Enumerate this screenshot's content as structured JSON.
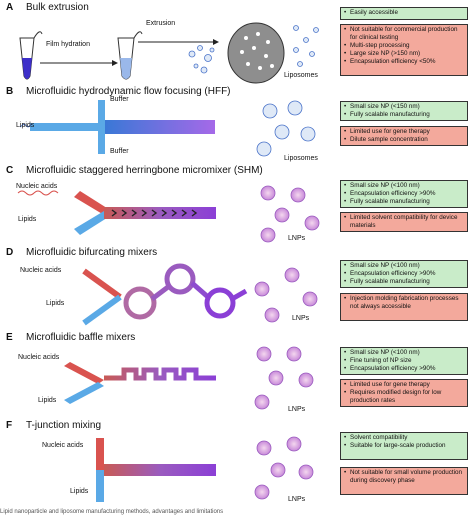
{
  "panels": [
    {
      "letter": "A",
      "title": "Bulk extrusion",
      "labels": {
        "hydration": "Film hydration",
        "extrusion": "Extrusion",
        "product": "Liposomes"
      },
      "pros": [
        "Easily accessible"
      ],
      "cons": [
        "Not suitable for commercial production for clinical testing",
        "Multi-step processing",
        "Large size NP (>150 nm)",
        "Encapsulation efficiency <50%"
      ]
    },
    {
      "letter": "B",
      "title": "Microfluidic hydrodynamic flow focusing (HFF)",
      "labels": {
        "buffer_top": "Buffer",
        "buffer_bottom": "Buffer",
        "lipids": "Lipids",
        "product": "Liposomes"
      },
      "pros": [
        "Small size NP (<150 nm)",
        "Fully scalable manufacturing"
      ],
      "cons": [
        "Limited use for gene therapy",
        "Dilute sample concentration"
      ]
    },
    {
      "letter": "C",
      "title": "Microfluidic staggered herringbone micromixer (SHM)",
      "labels": {
        "nucleic": "Nucleic acids",
        "lipids": "Lipids",
        "product": "LNPs"
      },
      "pros": [
        "Small size NP (<100 nm)",
        "Encapsulation efficiency >90%",
        "Fully scalable manufacturing"
      ],
      "cons": [
        "Limited solvent compatibility for device materials"
      ]
    },
    {
      "letter": "D",
      "title": "Microfluidic bifurcating mixers",
      "labels": {
        "nucleic": "Nucleic acids",
        "lipids": "Lipids",
        "product": "LNPs"
      },
      "pros": [
        "Small size NP (<100 nm)",
        "Encapsulation efficiency >90%",
        "Fully scalable manufacturing"
      ],
      "cons": [
        "Injection molding fabrication processes not always accessible"
      ]
    },
    {
      "letter": "E",
      "title": "Microfluidic baffle mixers",
      "labels": {
        "nucleic": "Nucleic acids",
        "lipids": "Lipids",
        "product": "LNPs"
      },
      "pros": [
        "Small size NP (<100 nm)",
        "Fine tuning of NP size",
        "Encapsulation efficiency >90%"
      ],
      "cons": [
        "Limited use for gene therapy",
        "Requires modified design for low production rates"
      ]
    },
    {
      "letter": "F",
      "title": "T-junction mixing",
      "labels": {
        "nucleic": "Nucleic acids",
        "lipids": "Lipids",
        "product": "LNPs"
      },
      "pros": [
        "Solvent compatibility",
        "Suitable for large-scale production"
      ],
      "cons": [
        "Not suitable for small volume production during discovery phase"
      ]
    }
  ],
  "caption": "Lipid nanoparticle and liposome manufacturing methods, advantages and limitations",
  "colors": {
    "blue": "#5aa9e6",
    "red": "#d9534f",
    "purple": "#8a3fd1",
    "green": "#c9ecc9",
    "salmon": "#f3a99c"
  }
}
